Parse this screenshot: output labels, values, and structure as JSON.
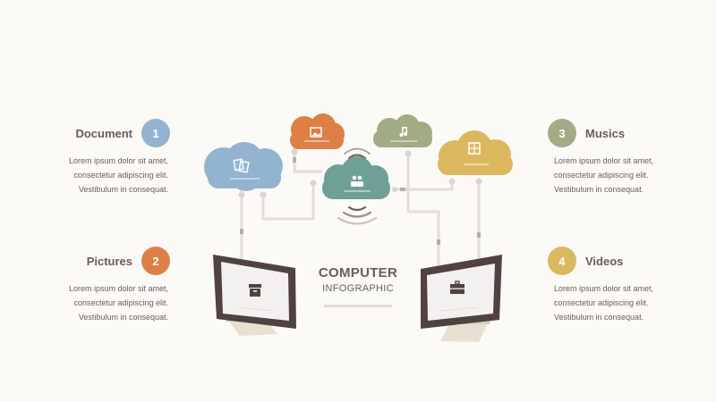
{
  "title": {
    "line1": "COMPUTER",
    "line2": "INFOGRAPHIC"
  },
  "colors": {
    "blue": "#93b4d0",
    "orange": "#de7f45",
    "olive": "#a1ac84",
    "teal": "#6fa096",
    "yellow": "#dbb85e",
    "text": "#6b5c57",
    "line": "#e4ddd7"
  },
  "items": [
    {
      "title": "Document",
      "number": "1",
      "desc": [
        "Lorem ipsum dolor sit amet,",
        "consectetur adipiscing elit.",
        "Vestibulum in consequat."
      ]
    },
    {
      "title": "Pictures",
      "number": "2",
      "desc": [
        "Lorem ipsum dolor sit amet,",
        "consectetur adipiscing elit.",
        "Vestibulum in consequat."
      ]
    },
    {
      "title": "Musics",
      "number": "3",
      "desc": [
        "Lorem ipsum dolor sit amet,",
        "consectetur adipiscing elit.",
        "Vestibulum in consequat."
      ]
    },
    {
      "title": "Videos",
      "number": "4",
      "desc": [
        "Lorem ipsum dolor sit amet,",
        "consectetur adipiscing elit.",
        "Vestibulum in consequat."
      ]
    }
  ],
  "clouds": [
    {
      "color": "blue",
      "icon": "documents-icon"
    },
    {
      "color": "orange",
      "icon": "picture-icon"
    },
    {
      "color": "olive",
      "icon": "music-note-icon"
    },
    {
      "color": "yellow",
      "icon": "film-icon"
    },
    {
      "color": "teal",
      "icon": "users-icon"
    }
  ],
  "monitors": [
    {
      "icon": "archive-box-icon"
    },
    {
      "icon": "briefcase-icon"
    }
  ]
}
